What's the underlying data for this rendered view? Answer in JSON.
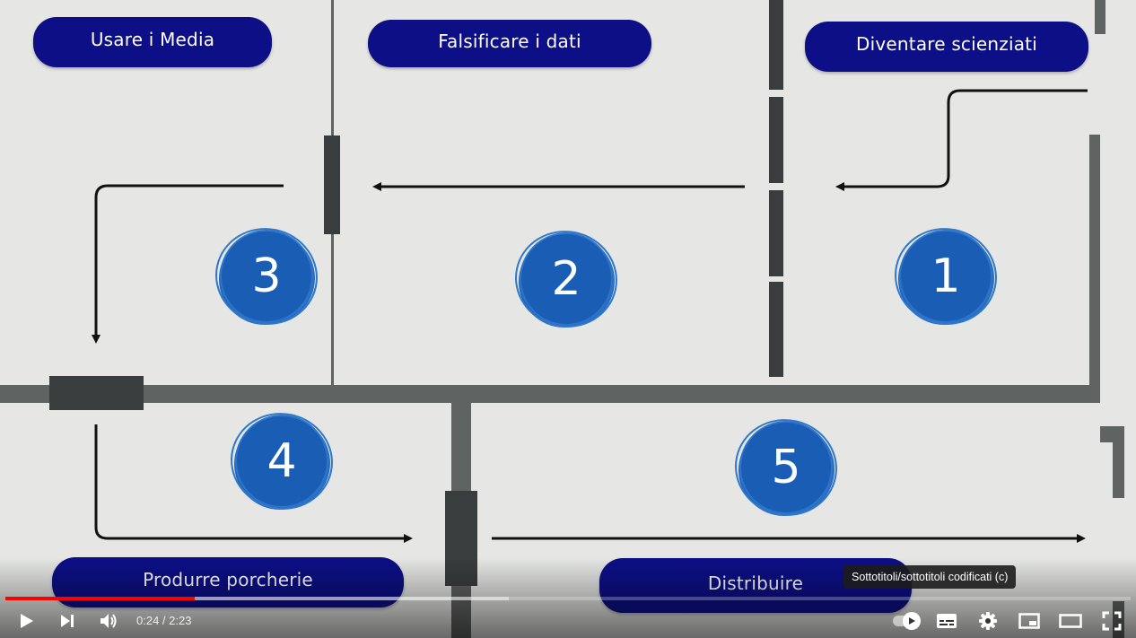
{
  "video": {
    "labels": {
      "room1": "Diventare scienziati",
      "room2": "Falsificare i dati",
      "room3": "Usare i Media",
      "room4": "Produrre porcherie",
      "room5": "Distribuire"
    },
    "steps": [
      "1",
      "2",
      "3",
      "4",
      "5"
    ],
    "colors": {
      "label_bg": "#0c0f86",
      "circle": "#1a5db4",
      "walls": "#5f6361",
      "floor": "#e6e7e5"
    }
  },
  "player": {
    "progress": {
      "played_fraction": 0.168,
      "loaded_fraction": 0.447,
      "color": "#ff0000"
    },
    "time": {
      "current": "0:24",
      "separator": " / ",
      "duration": "2:23"
    },
    "tooltip": "Sottotitoli/sottotitoli codificati (c)",
    "controls": {
      "left": [
        "play-icon",
        "next-icon",
        "volume-icon"
      ],
      "right": [
        "autoplay-toggle-icon",
        "subtitles-icon",
        "settings-gear-icon",
        "miniplayer-icon",
        "theater-mode-icon",
        "fullscreen-icon"
      ]
    }
  }
}
